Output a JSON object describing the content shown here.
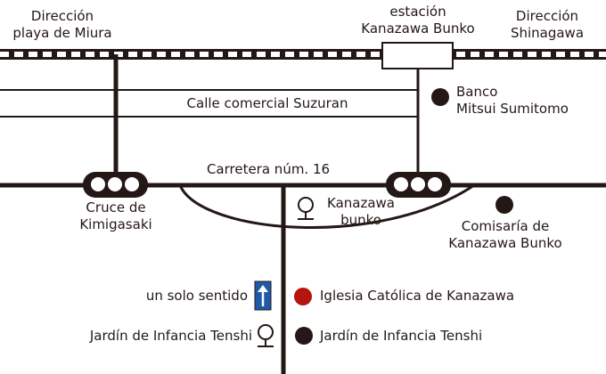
{
  "labels": {
    "direction_miura_line1": "Dirección",
    "direction_miura_line2": "playa de Miura",
    "station_line1": "estación",
    "station_line2": "Kanazawa Bunko",
    "direction_shinagawa_line1": "Dirección",
    "direction_shinagawa_line2": "Shinagawa",
    "suzuran_street": "Calle comercial Suzuran",
    "bank_line1": "Banco",
    "bank_line2": "Mitsui Sumitomo",
    "route16": "Carretera núm. 16",
    "kimigasaki_line1": "Cruce de",
    "kimigasaki_line2": "Kimigasaki",
    "bus_stop_line1": "Kanazawa",
    "bus_stop_line2": "bunko",
    "police_line1": "Comisaría de",
    "police_line2": "Kanazawa Bunko",
    "one_way": "un solo sentido",
    "church": "Iglesia Católica de Kanazawa",
    "kindergarten_left": "Jardín de Infancia Tenshi",
    "kindergarten_right": "Jardín de Infancia Tenshi"
  },
  "colors": {
    "ink": "#231815",
    "church_marker": "#b5140f",
    "one_way_sign": "#1e5aa8",
    "background": "#ffffff"
  },
  "icons": {
    "traffic_light": "traffic-light-icon",
    "bus_stop": "bus-stop-icon",
    "landmark": "landmark-dot-icon",
    "church": "church-marker-icon",
    "one_way": "one-way-arrow-icon",
    "station": "station-box-icon"
  }
}
